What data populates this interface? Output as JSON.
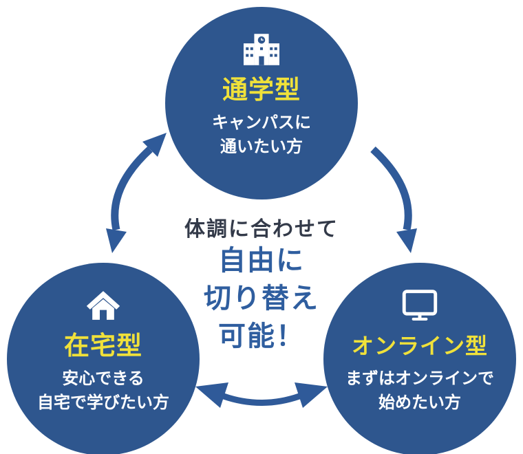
{
  "diagram": {
    "center": {
      "line1": "体調に合わせて",
      "line2": "自由に",
      "line3": "切り替え",
      "line4": "可能！"
    },
    "circles": [
      {
        "id": "commute",
        "icon": "school-icon",
        "title": "通学型",
        "desc1": "キャンパスに",
        "desc2": "通いたい方"
      },
      {
        "id": "home",
        "icon": "house-icon",
        "title": "在宅型",
        "desc1": "安心できる",
        "desc2": "自宅で学びたい方"
      },
      {
        "id": "online",
        "icon": "monitor-icon",
        "title": "オンライン型",
        "desc1": "まずはオンラインで",
        "desc2": "始めたい方"
      }
    ],
    "arrows": [
      "arrow-top-to-home",
      "arrow-top-to-online",
      "arrow-home-to-online"
    ]
  },
  "colors": {
    "circle_blue": "#2e568e",
    "arrow_blue": "#2f5a99",
    "accent_yellow": "#f0e13a",
    "center_blue": "#2f5e9f",
    "center_dark": "#333a49",
    "text_white": "#ffffff"
  }
}
